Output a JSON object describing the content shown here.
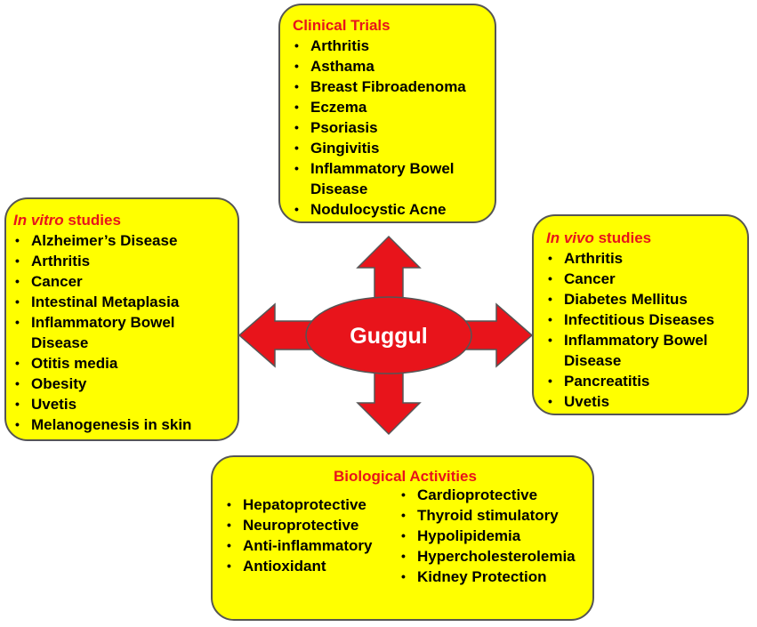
{
  "center": {
    "label": "Guggul"
  },
  "clinical_trials": {
    "title": "Clinical Trials",
    "items": [
      "Arthritis",
      "Asthama",
      "Breast Fibroadenoma",
      "Eczema",
      "Psoriasis",
      "Gingivitis",
      "Inflammatory Bowel Disease",
      "Nodulocystic Acne"
    ]
  },
  "in_vitro": {
    "title_italic": "In vitro",
    "title_rest": " studies",
    "items": [
      "Alzheimer’s Disease",
      "Arthritis",
      "Cancer",
      "Intestinal Metaplasia",
      "Inflammatory Bowel Disease",
      "Otitis media",
      "Obesity",
      "Uvetis",
      "Melanogenesis in skin"
    ]
  },
  "in_vivo": {
    "title_italic": "In vivo",
    "title_rest": " studies",
    "items": [
      "Arthritis",
      "Cancer",
      "Diabetes Mellitus",
      "Infectitious Diseases",
      "Inflammatory Bowel Disease",
      "Pancreatitis",
      "Uvetis"
    ]
  },
  "biological_activities": {
    "title": "Biological Activities",
    "col1": [
      "Hepatoprotective",
      "Neuroprotective",
      "Anti-inflammatory",
      "Antioxidant"
    ],
    "col2": [
      "Cardioprotective",
      "Thyroid stimulatory",
      "Hypolipidemia",
      "Hypercholesterolemia",
      "Kidney Protection"
    ]
  },
  "colors": {
    "box_fill": "#ffff00",
    "title_red": "#e8141b",
    "arrow_red": "#e8141b",
    "center_fill": "#e8141b"
  }
}
